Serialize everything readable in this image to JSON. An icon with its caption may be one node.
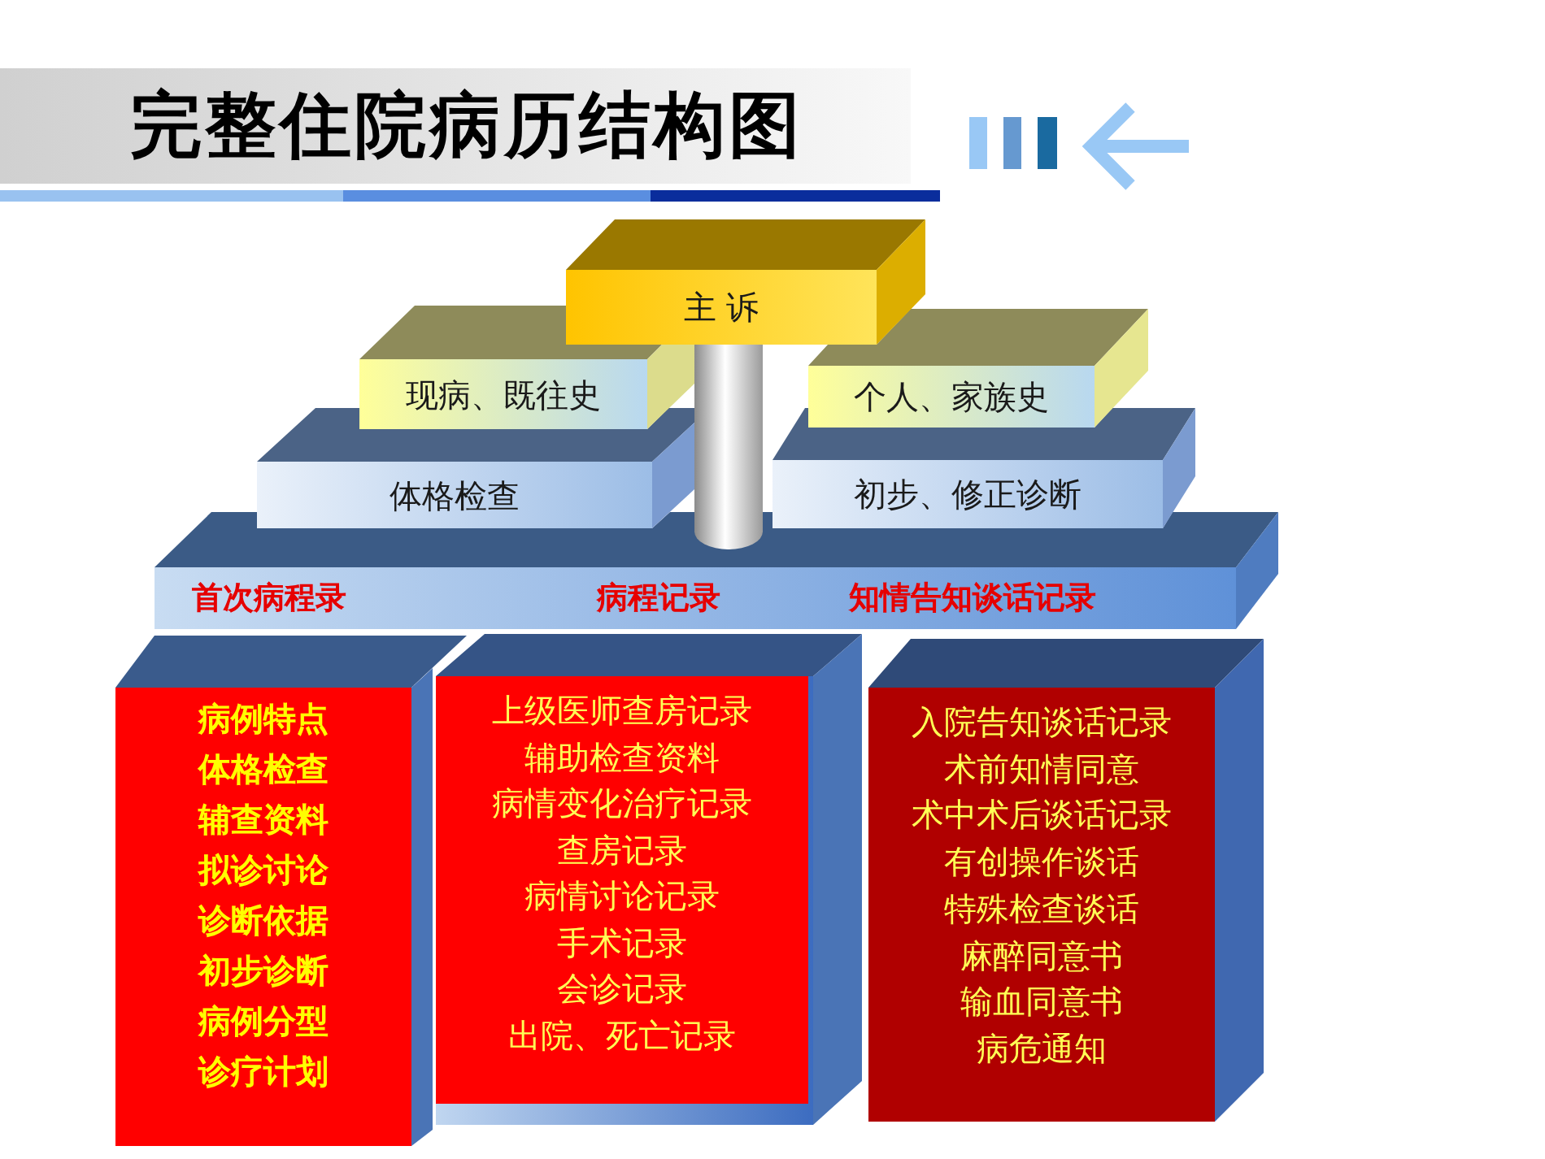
{
  "diagram": {
    "title": "完整住院病历结构图",
    "nodes": [
      {
        "text": [
          "主 诉"
        ]
      },
      {
        "text": [
          "现病、既往史"
        ]
      },
      {
        "text": [],
        "shape": "cylinder"
      },
      {
        "text": [
          "个人、家族史"
        ]
      },
      {
        "text": [
          "体格检查"
        ]
      },
      {
        "text": [
          "初步、修正诊断"
        ]
      },
      {
        "text": [
          "首次病程录",
          "病程记录",
          "知情告知谈话记录"
        ]
      },
      {
        "text": [
          "病例特点",
          "体格检查",
          "辅查资料",
          "拟诊讨论",
          "诊断依据",
          "初步诊断",
          "病例分型",
          "诊疗计划"
        ]
      },
      {
        "text": [
          "上级医师查房记录",
          "辅助检查资料",
          "病情变化治疗记录",
          "查房记录",
          "病情讨论记录",
          "手术记录",
          "会诊记录",
          "出院、死亡记录"
        ]
      },
      {
        "text": [
          "入院告知谈话记录",
          "术前知情同意",
          "术中术后谈话记录",
          "有创操作谈话",
          "特殊检查谈话",
          "麻醉同意书",
          "输血同意书",
          "病危通知"
        ]
      }
    ]
  }
}
